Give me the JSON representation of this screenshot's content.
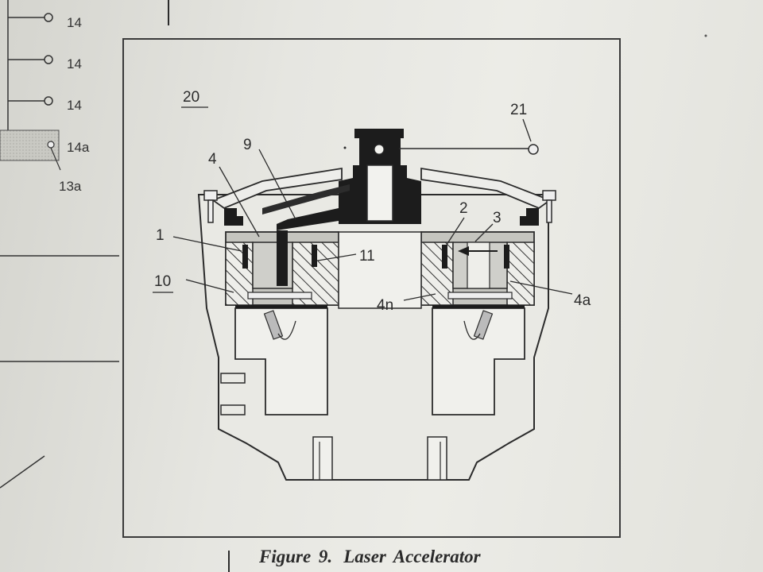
{
  "caption": {
    "figure": "Figure 9.",
    "title": "Laser Accelerator"
  },
  "left_fragment_labels": [
    "14",
    "14",
    "14",
    "14a",
    "13a"
  ],
  "labels": {
    "system": "20",
    "terminal": "21",
    "part_1": "1",
    "part_2": "2",
    "part_3": "3",
    "part_4": "4",
    "part_4a": "4a",
    "part_4n": "4n",
    "part_9": "9",
    "part_10": "10",
    "part_11": "11"
  },
  "colors": {
    "ink": "#2b2b2b",
    "paper": "#e8e8e3",
    "shade": "#b9b9b4",
    "dark_part": "#1c1c1c"
  }
}
